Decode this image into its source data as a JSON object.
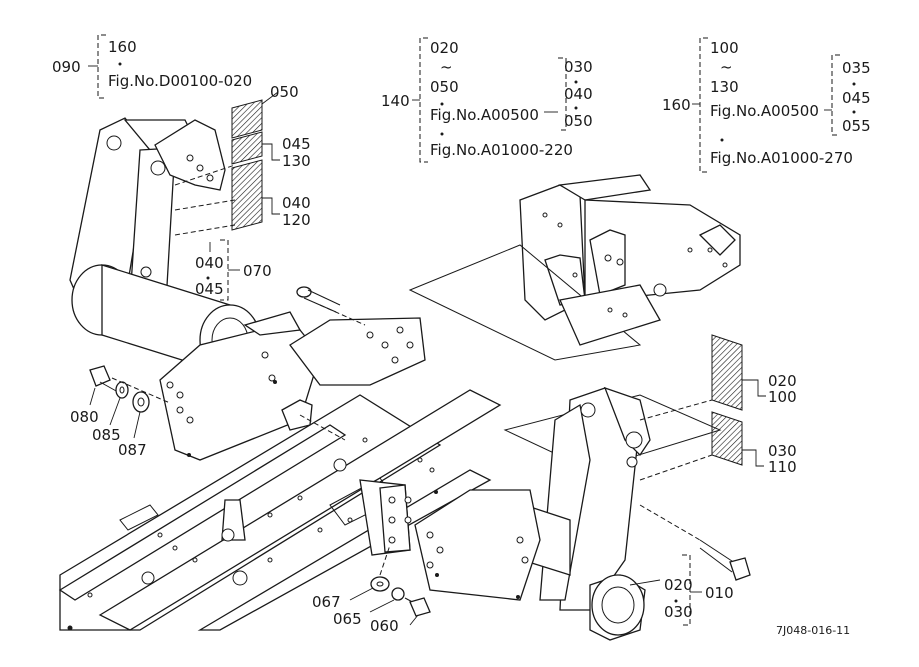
{
  "drawing_id": "7J048-016-11",
  "group_090": {
    "ref": "090",
    "items": [
      "160",
      "Fig.No.D00100-020"
    ]
  },
  "group_140": {
    "ref": "140",
    "range_start": "020",
    "range_tilde": "~",
    "range_end": "050",
    "fig1": "Fig.No.A00500",
    "fig1_subs": [
      "030",
      "040",
      "050"
    ],
    "fig2": "Fig.No.A01000-220"
  },
  "group_160": {
    "ref": "160",
    "range_start": "100",
    "range_tilde": "~",
    "range_end": "130",
    "fig1": "Fig.No.A00500",
    "fig1_subs": [
      "035",
      "045",
      "055"
    ],
    "fig2": "Fig.No.A01000-270"
  },
  "callouts": {
    "c050": "050",
    "c045": "045",
    "c130": "130",
    "c040": "040",
    "c120": "120",
    "g070_a": "040",
    "g070_b": "045",
    "g070_ref": "070",
    "c080": "080",
    "c085": "085",
    "c087": "087",
    "c020": "020",
    "c100": "100",
    "c030": "030",
    "c110": "110",
    "g010_a": "020",
    "g010_b": "030",
    "g010_ref": "010",
    "c067": "067",
    "c065": "065",
    "c060": "060"
  }
}
